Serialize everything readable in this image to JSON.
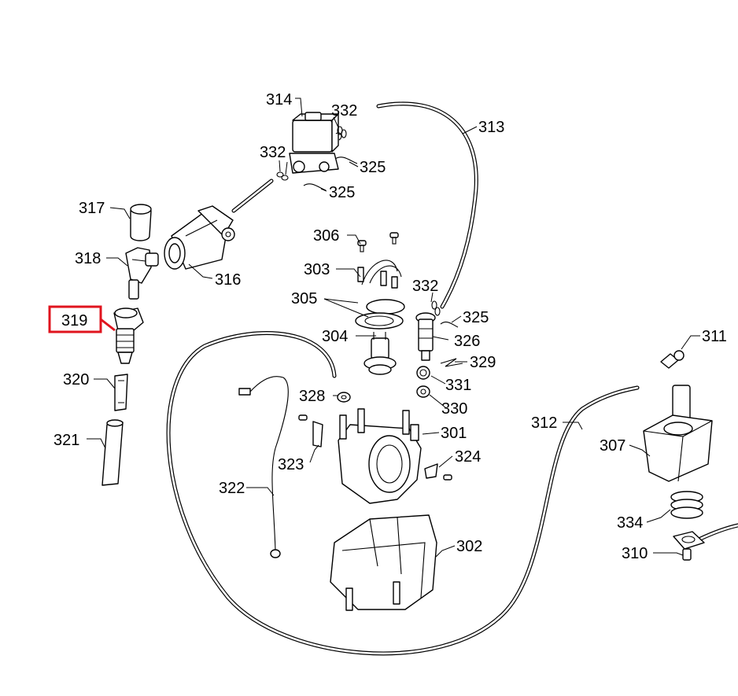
{
  "labels": {
    "p301": "301",
    "p302": "302",
    "p303": "303",
    "p304": "304",
    "p305": "305",
    "p306": "306",
    "p307": "307",
    "p310": "310",
    "p311": "311",
    "p312": "312",
    "p313": "313",
    "p314": "314",
    "p316": "316",
    "p317": "317",
    "p318": "318",
    "p319": "319",
    "p320": "320",
    "p321": "321",
    "p322": "322",
    "p323": "323",
    "p324": "324",
    "p325a": "325",
    "p325b": "325",
    "p325c": "325",
    "p326": "326",
    "p328": "328",
    "p329": "329",
    "p330": "330",
    "p331": "331",
    "p332a": "332",
    "p332b": "332",
    "p332c": "332",
    "p334": "334"
  },
  "highlight": {
    "part": "319",
    "color": "#e0141e"
  }
}
